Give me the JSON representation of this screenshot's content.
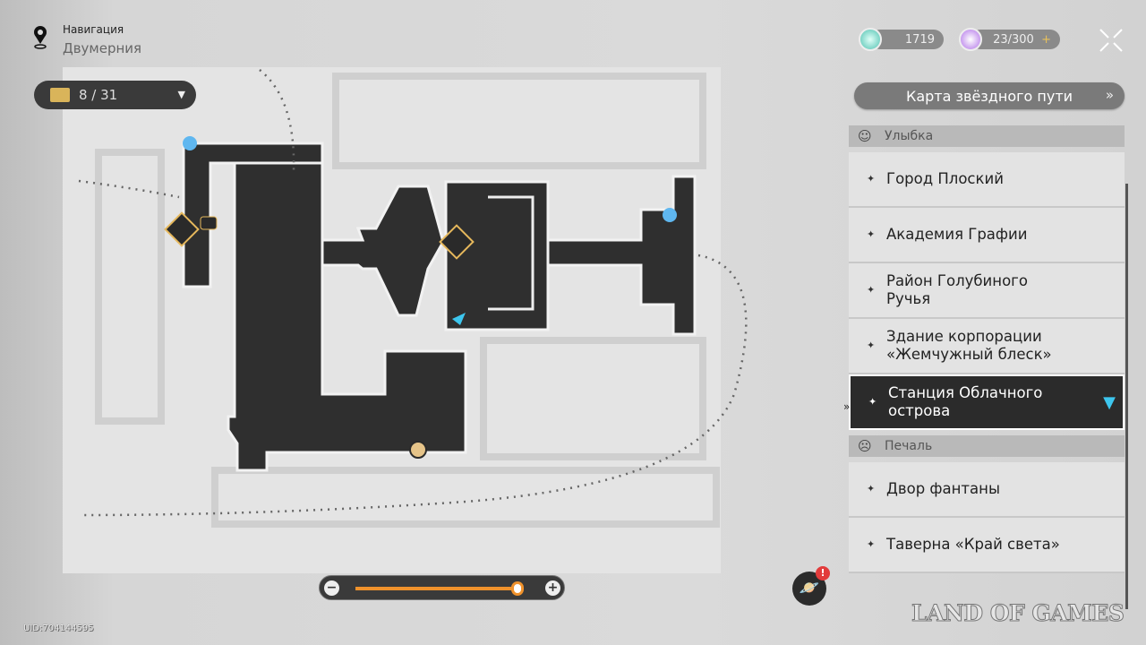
{
  "navigation": {
    "label": "Навигация",
    "location": "Двумерния"
  },
  "chest_counter": {
    "value": "8 / 31"
  },
  "currencies": [
    {
      "name": "stellar-jade",
      "value": "1719"
    },
    {
      "name": "trailblaze-power",
      "value": "23/300",
      "add": "+"
    }
  ],
  "star_rail_map_button": "Карта звёздного пути",
  "categories": [
    {
      "name": "Улыбка",
      "items": [
        "Город Плоский",
        "Академия Графии",
        "Район Голубиного Ручья",
        "Здание корпорации «Жемчужный блеск»",
        "Станция Облачного острова"
      ]
    },
    {
      "name": "Печаль",
      "items": [
        "Двор фантаны",
        "Таверна «Край света»"
      ]
    }
  ],
  "selected_item": "Станция Облачного острова",
  "zoom": {
    "level_percent": 95
  },
  "uid": "UID:704144595",
  "watermark": "LAND OF GAMES",
  "quest_badge": "!",
  "colors": {
    "accent": "#f0922c",
    "selected_bg": "#2b2b2b",
    "marker_blue": "#3dc6ee"
  }
}
